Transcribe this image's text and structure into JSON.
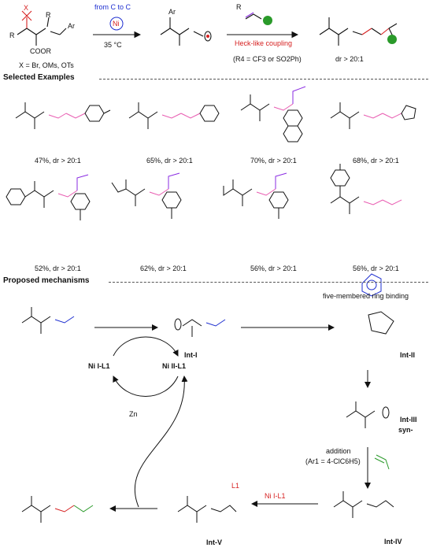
{
  "scheme": {
    "substrate_x": "X",
    "substrate_r1": "R",
    "substrate_r2": "R",
    "substrate_ar": "Ar",
    "substrate_cooR3": "COOR",
    "x_definition": "X = Br, OMs, OTs",
    "arrow1_top": "from C to C",
    "arrow1_catalyst": "Ni",
    "arrow1_bottom": "35 °C",
    "radical_intermediate_ar": "Ar",
    "alkene_r4": "R",
    "coupling_label": "Heck-like coupling",
    "r4_definition": "(R4 = CF3 or SO2Ph)",
    "product_dr": "dr > 20:1"
  },
  "sections": {
    "selected_examples": "Selected Examples",
    "proposed_mechanisms": "Proposed mechanisms"
  },
  "examples": {
    "row1": [
      "47%, dr > 20:1",
      "65%, dr > 20:1",
      "70%, dr > 20:1",
      "68%, dr > 20:1"
    ],
    "row2": [
      "52%, dr > 20:1",
      "62%, dr > 20:1",
      "56%, dr > 20:1",
      "56%, dr > 20:1"
    ]
  },
  "mechanism": {
    "ring_binding": "five-membered ring binding",
    "int_labels": [
      "Int-I",
      "Int-II",
      "Int-III",
      "Int-IV",
      "Int-V"
    ],
    "syn_label": "syn-",
    "ni_left": "Ni I-L1",
    "ni_right": "Ni II-L1",
    "zn": "Zn",
    "addition": "addition",
    "ar1_definition": "(Ar1 = 4-ClC6H5)",
    "ni_bottom": "Ni I-L1",
    "ni_l1_top": "L1"
  },
  "colors": {
    "red": "#d62121",
    "blue": "#1e2fd0",
    "green": "#2a9a2a",
    "purple": "#8a2be2",
    "pink": "#e85ab0"
  }
}
